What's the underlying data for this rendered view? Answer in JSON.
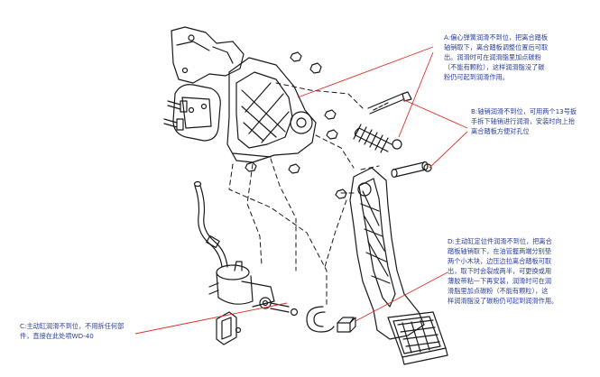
{
  "annotations": {
    "a": {
      "lines": [
        "A:偏心弹簧润滑不到位，把离合踏板",
        "轴销取下，离合踏板调整位置后可取",
        "出。润滑时可在润滑脂里加点碳粉",
        "（不能有颗粒），这样润滑脂没了碳",
        "粉仍可起到润滑作用。"
      ]
    },
    "b": {
      "lines": [
        "B:轴销润滑不到位，可用两个13号扳",
        "手拆下轴销进行润滑，安装时向上抬",
        "离合踏板方便对孔位"
      ]
    },
    "c": {
      "lines": [
        "C:主动缸润滑不到位，不用拆任何部",
        "件，直接在此处喷WD-40"
      ]
    },
    "d": {
      "lines": [
        "D:主动缸定位件润滑不到位，把离合",
        "踏板轴销取下，在油管握两端分别垫",
        "两个小木块，边压边拉离合踏板可取",
        "出，取下时会裂成两半，可更换或用",
        "薄胶带粘一下再安装，润滑时可在润",
        "滑脂里加点碳粉（不能有颗粒），这",
        "样润滑脂没了碳粉仍可起到润滑作用。"
      ]
    }
  },
  "colors": {
    "leader_line": "#e0302a",
    "note_text": "#2a3fa0",
    "drawing": "#1a1a1a"
  }
}
